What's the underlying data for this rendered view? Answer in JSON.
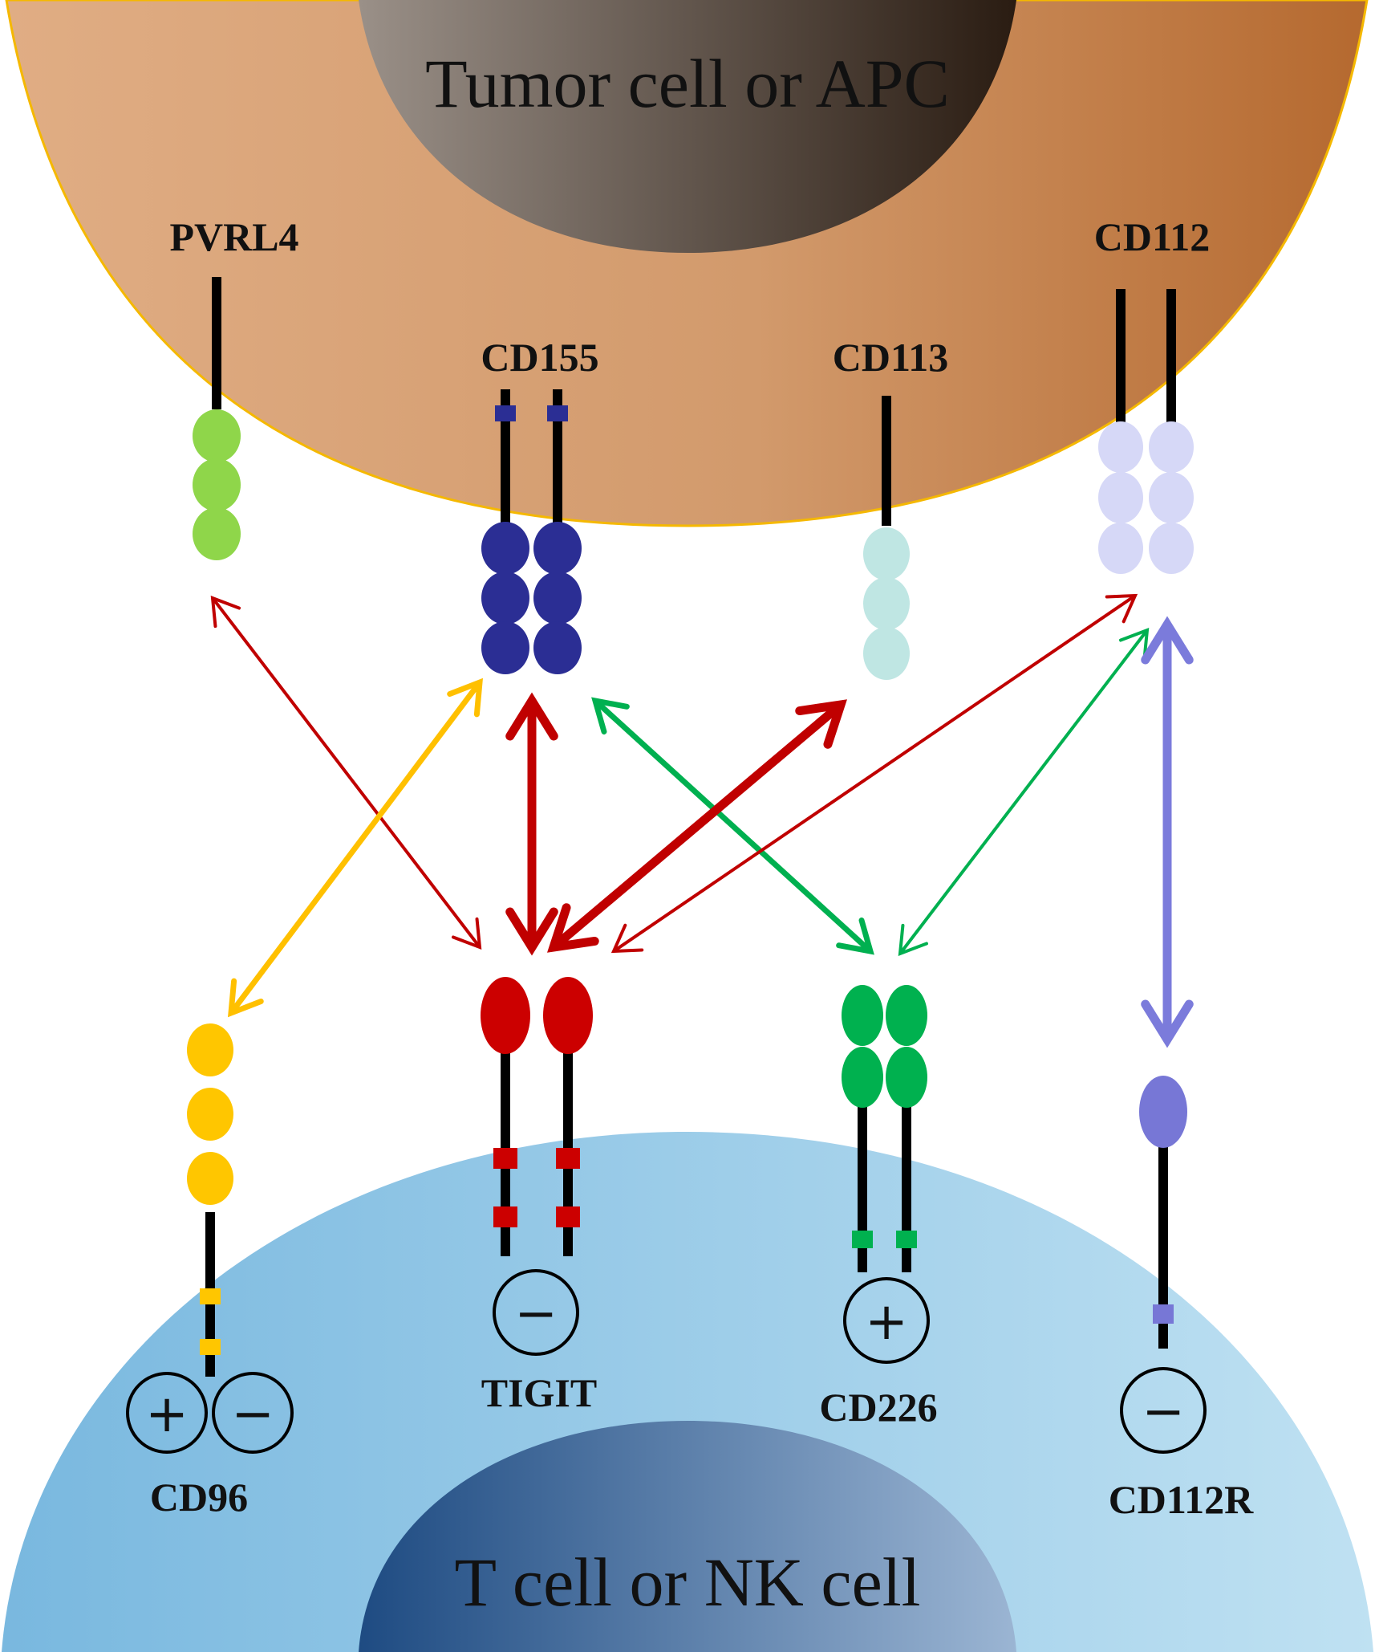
{
  "cells": {
    "top": "Tumor cell or APC",
    "bottom": "T cell or NK cell"
  },
  "ligands": [
    {
      "id": "pvrl4",
      "label": "PVRL4",
      "color": "#8fd64a"
    },
    {
      "id": "cd155",
      "label": "CD155",
      "color": "#2b2e94"
    },
    {
      "id": "cd113",
      "label": "CD113",
      "color": "#bfe6e3"
    },
    {
      "id": "cd112",
      "label": "CD112",
      "color": "#d6d8f7"
    }
  ],
  "receptors": [
    {
      "id": "cd96",
      "label": "CD96",
      "color": "#ffc600",
      "signals": [
        "+",
        "−"
      ]
    },
    {
      "id": "tigit",
      "label": "TIGIT",
      "color": "#cc0000",
      "signals": [
        "−"
      ]
    },
    {
      "id": "cd226",
      "label": "CD226",
      "color": "#00b14f",
      "signals": [
        "+"
      ]
    },
    {
      "id": "cd112r",
      "label": "CD112R",
      "color": "#7777d6",
      "signals": [
        "−"
      ]
    }
  ],
  "interactions": [
    {
      "from": "pvrl4",
      "to": "tigit",
      "color": "#c00000",
      "weight": "thin"
    },
    {
      "from": "cd155",
      "to": "tigit",
      "color": "#c00000",
      "weight": "thick"
    },
    {
      "from": "cd155",
      "to": "cd96",
      "color": "#ffc000",
      "weight": "medium"
    },
    {
      "from": "cd155",
      "to": "cd226",
      "color": "#00b050",
      "weight": "medium"
    },
    {
      "from": "cd113",
      "to": "tigit",
      "color": "#c00000",
      "weight": "thick"
    },
    {
      "from": "cd112",
      "to": "tigit",
      "color": "#c00000",
      "weight": "thin"
    },
    {
      "from": "cd112",
      "to": "cd226",
      "color": "#00b050",
      "weight": "thin"
    },
    {
      "from": "cd112",
      "to": "cd112r",
      "color": "#7b7bdb",
      "weight": "thick"
    }
  ]
}
